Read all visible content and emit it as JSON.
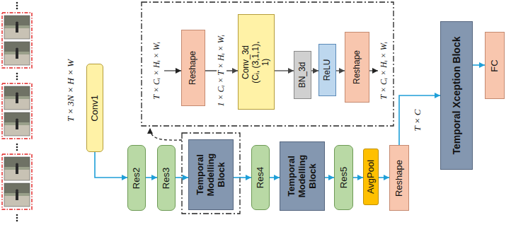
{
  "diagram": {
    "nodes": [
      {
        "text": [
          "Conv1"
        ]
      },
      {
        "text": [
          "Res2"
        ]
      },
      {
        "text": [
          "Res3"
        ]
      },
      {
        "text": [
          "Temporal Modelling Block"
        ]
      },
      {
        "text": [
          "Res4"
        ]
      },
      {
        "text": [
          "Temporal Modelling Block"
        ]
      },
      {
        "text": [
          "Res5"
        ]
      },
      {
        "text": [
          "AvgPool"
        ]
      },
      {
        "text": [
          "Reshape"
        ]
      },
      {
        "text": [
          "Temporal Xception Block"
        ]
      },
      {
        "text": [
          "FC"
        ]
      },
      {
        "text": [
          "Reshape"
        ]
      },
      {
        "text": [
          "Conv_3d",
          "(Cᵢ, (3,1,1), 1)"
        ]
      },
      {
        "text": [
          "BN_3d"
        ]
      },
      {
        "text": [
          "ReLU"
        ]
      },
      {
        "text": [
          "Reshape"
        ]
      }
    ],
    "edges": [
      {
        "from": 0,
        "to": 1,
        "arrow": "to"
      },
      {
        "from": 1,
        "to": 2,
        "arrow": "to"
      },
      {
        "from": 2,
        "to": 3,
        "arrow": "to"
      },
      {
        "from": 3,
        "to": 4,
        "arrow": "to"
      },
      {
        "from": 4,
        "to": 5,
        "arrow": "to"
      },
      {
        "from": 5,
        "to": 6,
        "arrow": "to"
      },
      {
        "from": 6,
        "to": 7,
        "arrow": "to"
      },
      {
        "from": 7,
        "to": 8,
        "arrow": "to"
      },
      {
        "from": 8,
        "to": 9,
        "arrow": "to"
      },
      {
        "from": 9,
        "to": 10,
        "arrow": "to"
      },
      {
        "from": 11,
        "to": 12,
        "label": "1 × Cᵢ × T × Hᵢ × Wᵢ",
        "arrow": "to"
      },
      {
        "from": 12,
        "to": 13,
        "arrow": "to"
      },
      {
        "from": 13,
        "to": 14,
        "arrow": "to"
      },
      {
        "from": 14,
        "to": 15,
        "arrow": "to"
      }
    ],
    "labels": [
      "T × 3N × H × W",
      "T × C",
      "T × Cᵢ × Hᵢ × Wᵢ",
      "T × Cᵢ × Hᵢ × Wᵢ"
    ]
  }
}
